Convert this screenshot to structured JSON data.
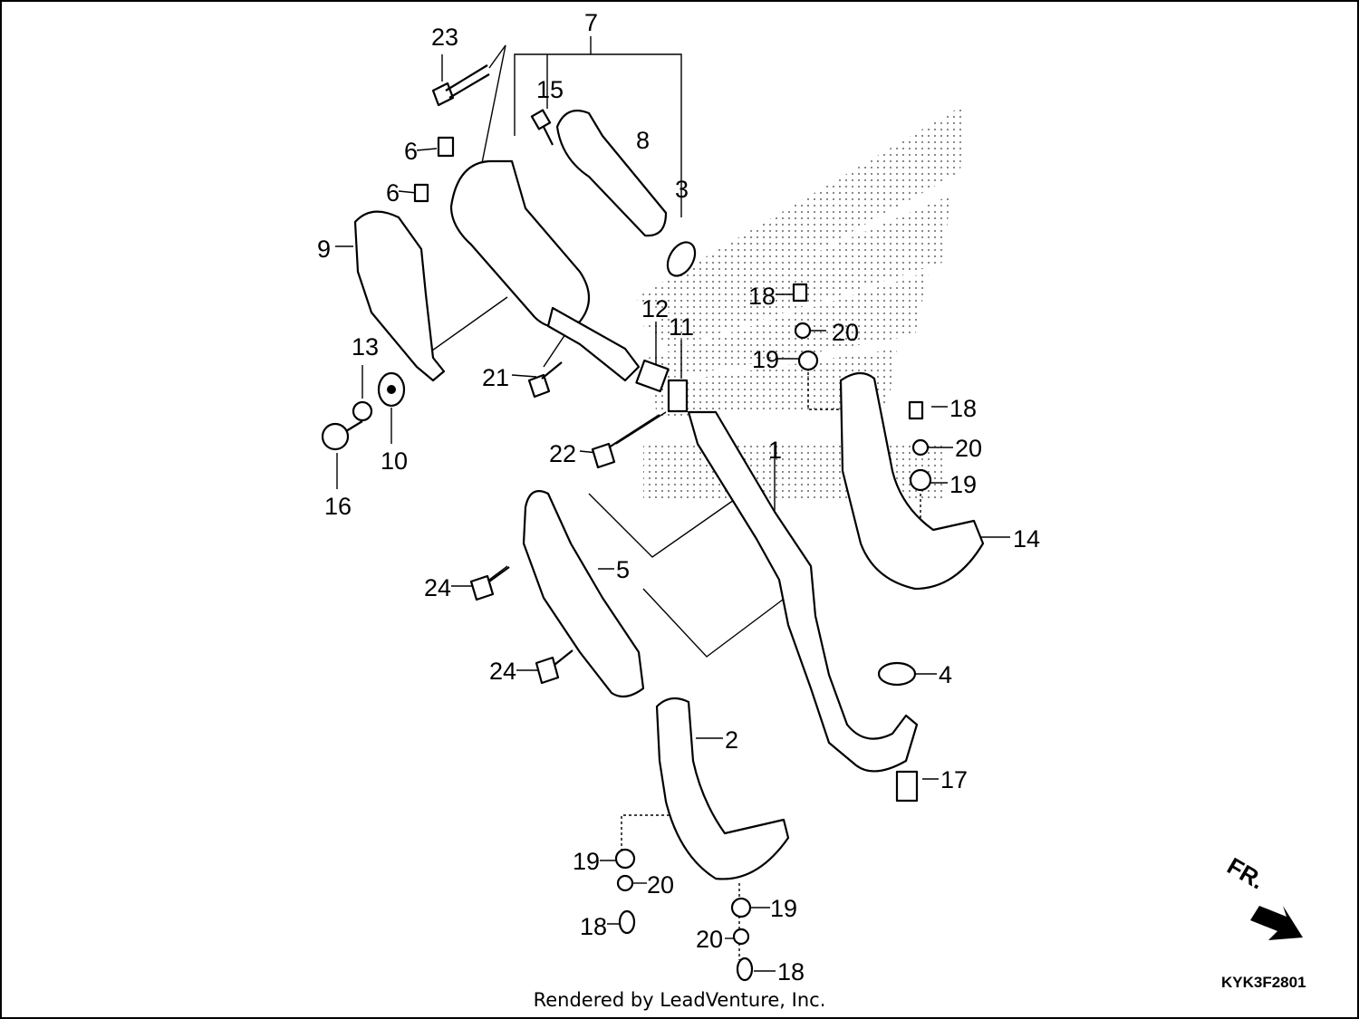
{
  "diagram": {
    "code": "KYK3F2801",
    "direction_label": "FR.",
    "footer": "Rendered by LeadVenture, Inc.",
    "callouts": [
      {
        "id": "c7",
        "label": "7"
      },
      {
        "id": "c23",
        "label": "23"
      },
      {
        "id": "c15",
        "label": "15"
      },
      {
        "id": "c8",
        "label": "8"
      },
      {
        "id": "c6a",
        "label": "6"
      },
      {
        "id": "c6b",
        "label": "6"
      },
      {
        "id": "c3",
        "label": "3"
      },
      {
        "id": "c9",
        "label": "9"
      },
      {
        "id": "c18a",
        "label": "18"
      },
      {
        "id": "c20a",
        "label": "20"
      },
      {
        "id": "c19a",
        "label": "19"
      },
      {
        "id": "c12",
        "label": "12"
      },
      {
        "id": "c11",
        "label": "11"
      },
      {
        "id": "c13",
        "label": "13"
      },
      {
        "id": "c21",
        "label": "21"
      },
      {
        "id": "c18b",
        "label": "18"
      },
      {
        "id": "c10",
        "label": "10"
      },
      {
        "id": "c22",
        "label": "22"
      },
      {
        "id": "c1",
        "label": "1"
      },
      {
        "id": "c20b",
        "label": "20"
      },
      {
        "id": "c19b",
        "label": "19"
      },
      {
        "id": "c16",
        "label": "16"
      },
      {
        "id": "c14",
        "label": "14"
      },
      {
        "id": "c5",
        "label": "5"
      },
      {
        "id": "c24a",
        "label": "24"
      },
      {
        "id": "c24b",
        "label": "24"
      },
      {
        "id": "c4",
        "label": "4"
      },
      {
        "id": "c2",
        "label": "2"
      },
      {
        "id": "c17",
        "label": "17"
      },
      {
        "id": "c19c",
        "label": "19"
      },
      {
        "id": "c20c",
        "label": "20"
      },
      {
        "id": "c19d",
        "label": "19"
      },
      {
        "id": "c18c",
        "label": "18"
      },
      {
        "id": "c20d",
        "label": "20"
      },
      {
        "id": "c18d",
        "label": "18"
      }
    ]
  }
}
